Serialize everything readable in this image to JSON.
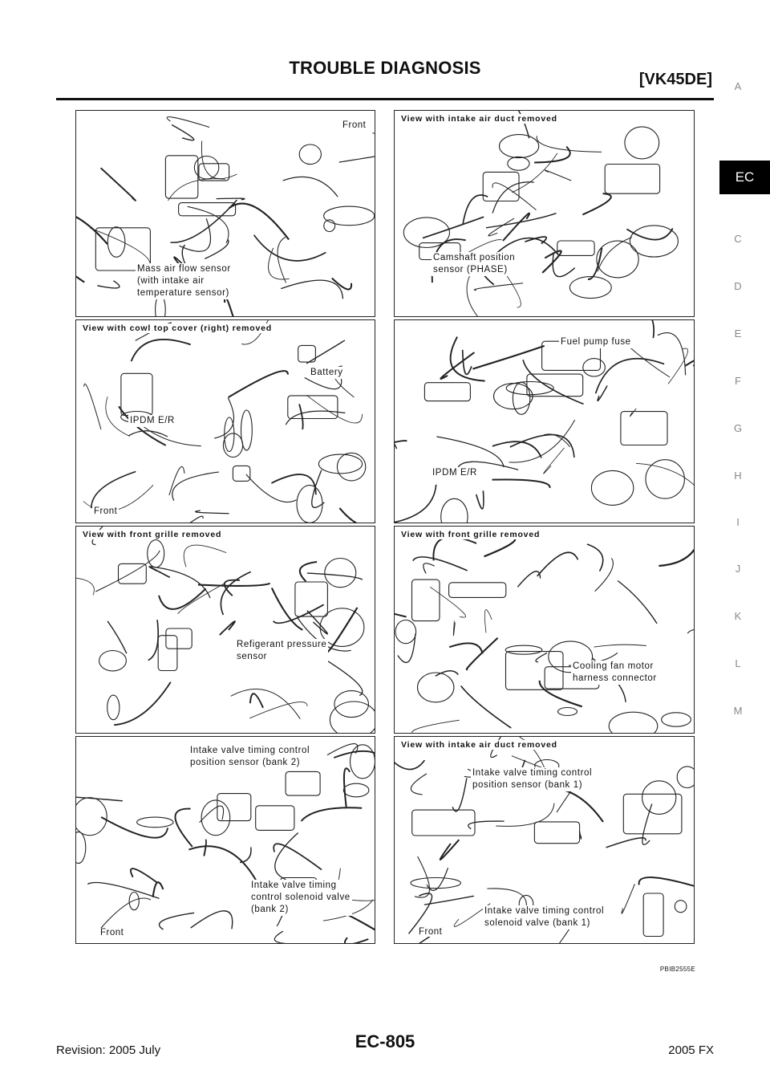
{
  "header": {
    "title": "TROUBLE DIAGNOSIS",
    "engine_code": "[VK45DE]"
  },
  "side_tabs": {
    "letters": [
      "A",
      "C",
      "D",
      "E",
      "F",
      "G",
      "H",
      "I",
      "J",
      "K",
      "L",
      "M"
    ],
    "active": "EC"
  },
  "panels": [
    {
      "title": "",
      "front_label": "Front",
      "callouts": [
        "Mass air flow sensor\n(with intake air\ntemperature sensor)"
      ]
    },
    {
      "title": "View with intake air duct removed",
      "callouts": [
        "Camshaft position\nsensor (PHASE)"
      ]
    },
    {
      "title": "View with cowl top cover (right) removed",
      "front_label": "Front",
      "callouts": [
        "Battery",
        "IPDM E/R"
      ]
    },
    {
      "title": "",
      "callouts": [
        "Fuel pump fuse",
        "IPDM E/R"
      ]
    },
    {
      "title": "View with front grille removed",
      "callouts": [
        "Refigerant pressure\nsensor"
      ]
    },
    {
      "title": "View with front grille removed",
      "callouts": [
        "Cooling fan motor\nharness connector"
      ]
    },
    {
      "title": "",
      "front_label": "Front",
      "callouts": [
        "Intake valve timing control\nposition sensor (bank 2)",
        "Intake valve timing\ncontrol solenoid valve\n(bank 2)"
      ]
    },
    {
      "title": "View with intake air duct removed",
      "front_label": "Front",
      "callouts": [
        "Intake valve timing control\nposition sensor (bank 1)",
        "Intake valve timing control\nsolenoid valve (bank 1)"
      ]
    }
  ],
  "figure_code": "PBIB2555E",
  "footer": {
    "revision": "Revision: 2005 July",
    "page": "EC-805",
    "model": "2005 FX"
  }
}
